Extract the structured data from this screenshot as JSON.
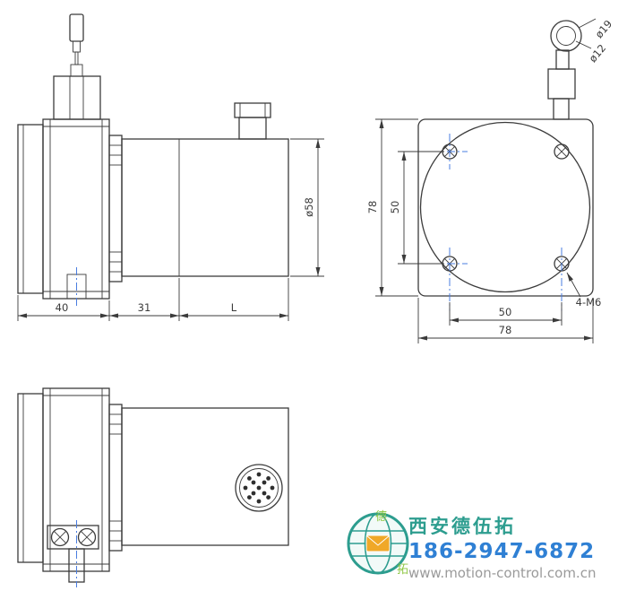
{
  "colors": {
    "line": "#3b3b3b",
    "centerline_blue": "#4a7de0",
    "logo_teal": "#2d9d8f",
    "logo_green": "#8cc63f",
    "logo_orange": "#f0a828",
    "phone_blue": "#2f80d4",
    "url_gray": "#9a9a9a"
  },
  "views": {
    "side": {
      "dim_40": "40",
      "dim_31": "31",
      "dim_L": "L",
      "dim_diameter_58": "ø58"
    },
    "front": {
      "dim_height_78": "78",
      "dim_height_50": "50",
      "dim_width_50": "50",
      "dim_width_78": "78",
      "thread_callout": "4-M6",
      "dim_pulley_outer": "ø19",
      "dim_pulley_inner": "ø12"
    }
  },
  "watermark": {
    "company": "西安德伍拓",
    "phone": "186-2947-6872",
    "website": "www.motion-control.com.cn",
    "logo_char_top": "德",
    "logo_char_bottom": "拓"
  }
}
